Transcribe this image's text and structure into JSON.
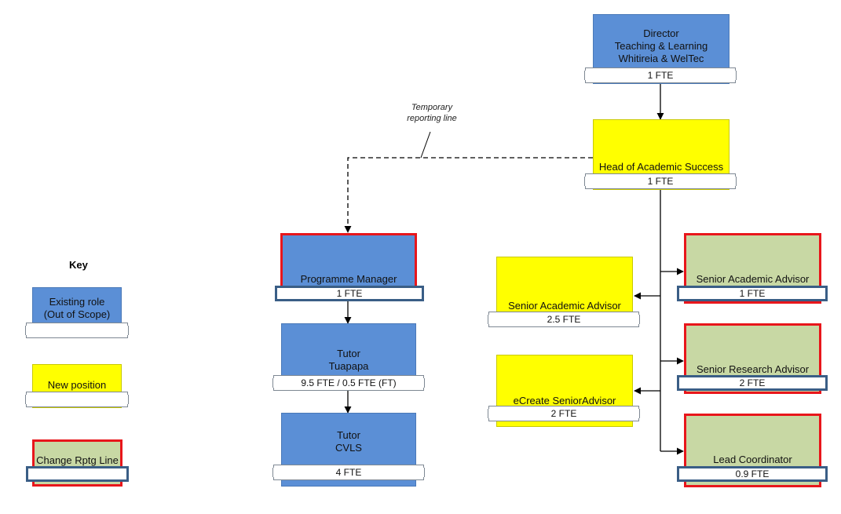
{
  "director": {
    "line1": "Director",
    "line2": "Teaching & Learning",
    "line3": "Whitireia & WelTec",
    "fte": "1 FTE"
  },
  "head": {
    "title": "Head of Academic Success",
    "fte": "1 FTE"
  },
  "temporary_note": {
    "line1": "Temporary",
    "line2": "reporting line"
  },
  "programme_manager": {
    "title": "Programme Manager",
    "fte": "1 FTE"
  },
  "tutor_tuapapa": {
    "line1": "Tutor",
    "line2": "Tuapapa",
    "fte": "9.5 FTE / 0.5 FTE (FT)"
  },
  "tutor_cvls": {
    "line1": "Tutor",
    "line2": "CVLS",
    "fte": "4 FTE"
  },
  "senior_academic_advisor_new": {
    "title": "Senior Academic Advisor",
    "fte": "2.5 FTE"
  },
  "ecreate": {
    "title": "eCreate SeniorAdvisor",
    "fte": "2 FTE"
  },
  "senior_academic_advisor_changed": {
    "title": "Senior Academic Advisor",
    "fte": "1 FTE"
  },
  "senior_research_advisor": {
    "title": "Senior Research Advisor",
    "fte": "2 FTE"
  },
  "lead_coordinator": {
    "title": "Lead Coordinator",
    "fte": "0.9 FTE"
  },
  "key": {
    "title": "Key",
    "existing_line1": "Existing role",
    "existing_line2": "(Out of Scope)",
    "new_position": "New position",
    "change_line": "Change Rptg Line"
  },
  "colors": {
    "existing": "#5b8fd6",
    "new": "#ffff00",
    "changed": "#c8d8a4",
    "outline": "#e8161b"
  }
}
